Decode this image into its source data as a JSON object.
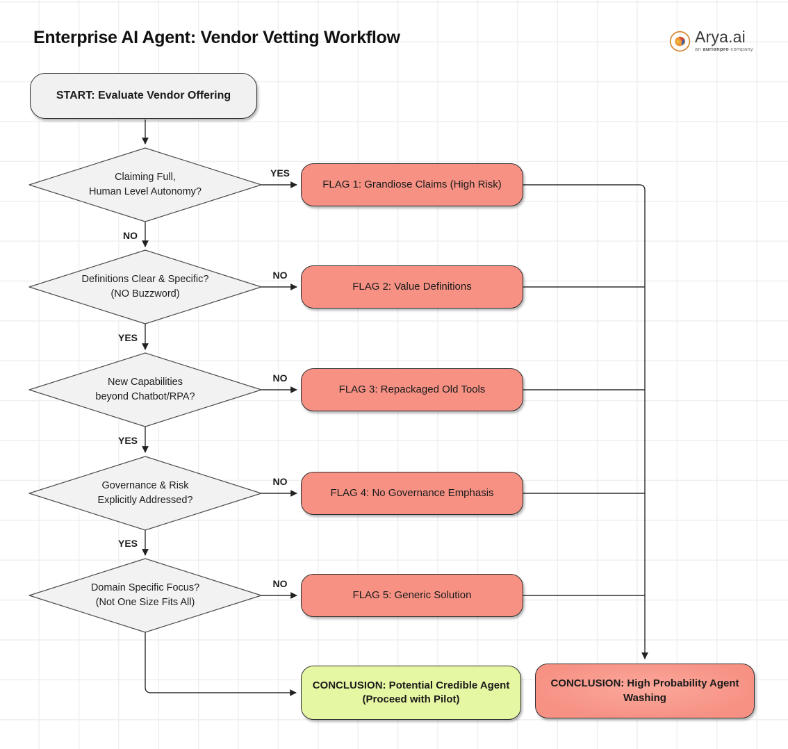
{
  "title": "Enterprise AI Agent: Vendor Vetting Workflow",
  "logo": {
    "name": "Arya.ai",
    "sub_prefix": "an ",
    "sub_brand": "aurionpro",
    "sub_suffix": " company"
  },
  "start": {
    "label": "START: Evaluate Vendor Offering"
  },
  "decisions": [
    {
      "line1": "Claiming Full,",
      "line2": "Human Level Autonomy?",
      "branch_right": "YES",
      "branch_down": "NO"
    },
    {
      "line1": "Definitions Clear & Specific?",
      "line2": "(NO Buzzword)",
      "branch_right": "NO",
      "branch_down": "YES"
    },
    {
      "line1": "New Capabilities",
      "line2": "beyond Chatbot/RPA?",
      "branch_right": "NO",
      "branch_down": "YES"
    },
    {
      "line1": "Governance & Risk",
      "line2": "Explicitly Addressed?",
      "branch_right": "NO",
      "branch_down": "YES"
    },
    {
      "line1": "Domain Specific Focus?",
      "line2": "(Not One Size Fits All)",
      "branch_right": "NO",
      "branch_down": ""
    }
  ],
  "flags": [
    {
      "label": "FLAG 1: Grandiose Claims (High Risk)"
    },
    {
      "label": "FLAG 2: Value Definitions"
    },
    {
      "label": "FLAG 3: Repackaged Old Tools"
    },
    {
      "label": "FLAG 4: No Governance Emphasis"
    },
    {
      "label": "FLAG 5: Generic Solution"
    }
  ],
  "conclusions": {
    "positive": {
      "line1": "CONCLUSION: Potential Credible Agent",
      "line2": "(Proceed with Pilot)"
    },
    "negative": {
      "line1": "CONCLUSION: High Probability Agent",
      "line2": "Washing"
    }
  },
  "colors": {
    "flag_fill": "#f69184",
    "positive_fill": "#e6f7a3",
    "decision_fill": "#f2f2f2",
    "line": "#2e2e2e",
    "logo_ring": "#d9882f"
  }
}
